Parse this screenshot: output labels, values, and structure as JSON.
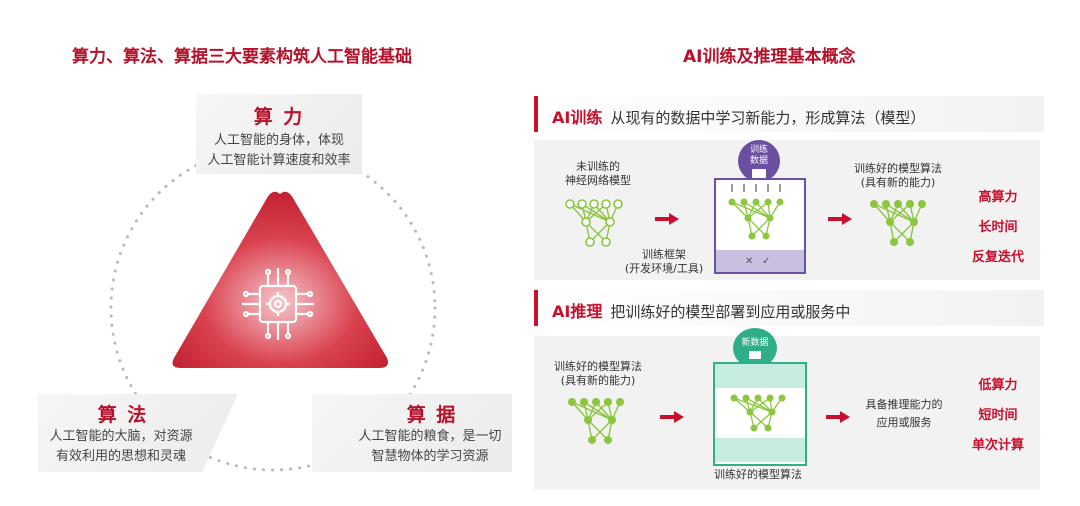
{
  "left": {
    "title": "算力、算法、算据三大要素构筑人工智能基础",
    "compute": {
      "heading": "算 力",
      "line1": "人工智能的身体，体现",
      "line2": "人工智能计算速度和效率"
    },
    "algorithm": {
      "heading": "算 法",
      "line1": "人工智能的大脑，对资源",
      "line2": "有效利用的思想和灵魂"
    },
    "data": {
      "heading": "算 据",
      "line1": "人工智能的粮食，是一切",
      "line2": "智慧物体的学习资源"
    }
  },
  "right": {
    "title": "AI训练及推理基本概念",
    "training": {
      "tag": "AI训练",
      "desc": "从现有的数据中学习新能力，形成算法（模型）",
      "untrained_l1": "未训练的",
      "untrained_l2": "神经网络模型",
      "badge_l1": "训练",
      "badge_l2": "数据",
      "framework_l1": "训练框架",
      "framework_l2": "(开发环境/工具)",
      "trained_l1": "训练好的模型算法",
      "trained_l2": "(具有新的能力)",
      "metrics": [
        "高算力",
        "长时间",
        "反复迭代"
      ]
    },
    "inference": {
      "tag": "AI推理",
      "desc": "把训练好的模型部署到应用或服务中",
      "model_l1": "训练好的模型算法",
      "model_l2": "(具有新的能力)",
      "badge": "新数据",
      "bottom_label": "训练好的模型算法",
      "app_l1": "具备推理能力的",
      "app_l2": "应用或服务",
      "metrics": [
        "低算力",
        "短时间",
        "单次计算"
      ]
    }
  },
  "colors": {
    "accent": "#c8102e",
    "title": "#b5122b",
    "purple": "#6b4fa0",
    "teal": "#2fae8a",
    "node": "#8cc63f"
  }
}
